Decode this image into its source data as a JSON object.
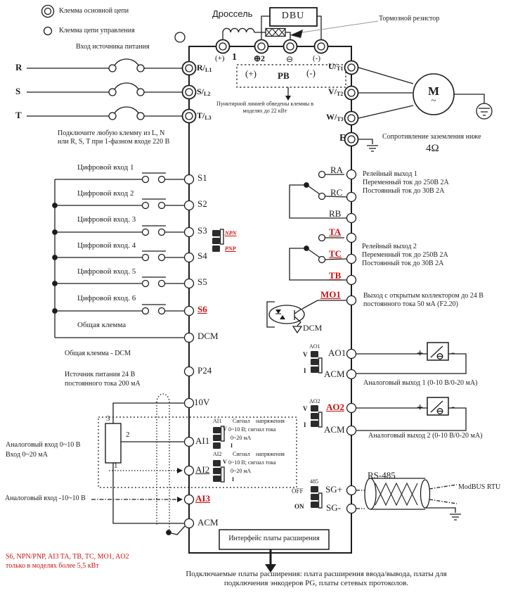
{
  "colors": {
    "red": "#cc1111",
    "ink": "#1c1c1c"
  },
  "legend": {
    "main_circuit": "Клемма основной цепи",
    "control_circuit": "Клемма цепи управления"
  },
  "power_input": {
    "title": "Вход источника питания",
    "phases": [
      "R",
      "S",
      "T"
    ],
    "terminals": [
      {
        "main": "R/",
        "sub": "L1"
      },
      {
        "main": "S/",
        "sub": "L2"
      },
      {
        "main": "T/",
        "sub": "L3"
      }
    ],
    "note1": "Подключите любую клемму из L, N",
    "note2": "или R, S, T при 1-фазном входе 220 В"
  },
  "dc_bus": {
    "choke": "Дроссель",
    "dbu": "DBU",
    "brake_resistor": "Тормозной резистор",
    "t_plus1": "(+)",
    "t_plus1_num": "1",
    "t_plus2": "⊕2",
    "t_minus_circ": "⊖",
    "t_minus": "(-)",
    "pb_plus": "(+)",
    "pb": "PB",
    "pb_minus": "(-)",
    "pb_note1": "Пунктирной линией обведены клеммы в",
    "pb_note2": "моделях до 22 кВт"
  },
  "motor_output": {
    "terminals": [
      {
        "main": "U/",
        "sub": "T1"
      },
      {
        "main": "V/",
        "sub": "T2"
      },
      {
        "main": "W/",
        "sub": "T3"
      }
    ],
    "earth_terminal": "E",
    "motor": "M",
    "motor_tilde": "~",
    "ground_note": "Сопротивление заземления ниже",
    "ground_value": "4Ω"
  },
  "digital_inputs": {
    "labels": [
      "Цифровой вход 1",
      "Цифровой вход 2",
      "Цифровой вход. 3",
      "Цифровой вход. 4",
      "Цифровой вход. 5",
      "Цифровой вход. 6"
    ],
    "terminals": [
      "S1",
      "S2",
      "S3",
      "S4",
      "S5",
      "S6"
    ],
    "common_label": "Общая клемма",
    "common_terminal": "DCM",
    "npn": "NPN",
    "pnp": "PNP"
  },
  "left_notes": {
    "dcm": "Общая клемма - DCM",
    "p24_1": "Источник питания 24 В",
    "p24_2": "постоянного тока 200 мА",
    "ai12_1": "Аналоговый вход 0~10 В",
    "ai12_2": "Вход 0~20 мА",
    "ai3": "Аналоговый вход -10~10 В"
  },
  "mid_terminals": {
    "p24": "P24",
    "v10": "10V",
    "ai1": "AI1",
    "ai2": "AI2",
    "ai3": "AI3",
    "acm": "ACM"
  },
  "pot": {
    "p3": "3",
    "p2": "2",
    "p1": "1"
  },
  "ai_jumpers": {
    "ai1_label": "AI1",
    "ai2_label": "AI2",
    "v": "V",
    "i": "I",
    "sig_a": "Сигнал",
    "sig_b": "напряжения",
    "line2": "0~10 В; сигнал тока",
    "line3": "0~20 мА"
  },
  "relay1": {
    "ta": "RA",
    "tc": "RC",
    "tb": "RB",
    "desc": [
      "Релейный выход 1",
      "Переменный ток до 250В 2А",
      "Постоянный ток до 30В 2А"
    ]
  },
  "relay2": {
    "ta": "TA",
    "tc": "TC",
    "tb": "TB",
    "desc": [
      "Релейный выход 2",
      "Переменный ток до 250В 2А",
      "Постоянный ток до 30В 2А"
    ]
  },
  "mo1": {
    "terminal": "MO1",
    "desc1": "Выход с открытым коллектором до 24 В",
    "desc2": "постоянного тока 50 мА (F2.20)",
    "dcm": "DCM"
  },
  "analog_out": {
    "ao1_jumper": "AO1",
    "ao2_jumper": "AO2",
    "v": "V",
    "i": "I",
    "ao1": "AO1",
    "ao2": "AO2",
    "acm": "ACM",
    "plus": "+",
    "minus": "-",
    "desc1": "Аналоговый выход 1 (0-10 В/0-20 мА)",
    "desc2": "Аналоговый выход 2 (0-10 В/0-20 мА)"
  },
  "rs485": {
    "jumper": "485",
    "off": "OFF",
    "on": "ON",
    "sgp": "SG+",
    "sgm": "SG-",
    "bus": "RS-485",
    "protocol": "ModBUS RTU"
  },
  "bottom": {
    "expansion": "Интерфейс платы расширения",
    "note1": "Подключаемые платы расширения: плата расширения ввода/вывода, платы для",
    "note2": "подключения энкодеров PG, платы сетевых протоколов.",
    "red1": "S6, NPN/PNP, AI3 TA, TB, TC, MO1, AO2",
    "red2": "только в моделях более 5,5 кВт"
  }
}
